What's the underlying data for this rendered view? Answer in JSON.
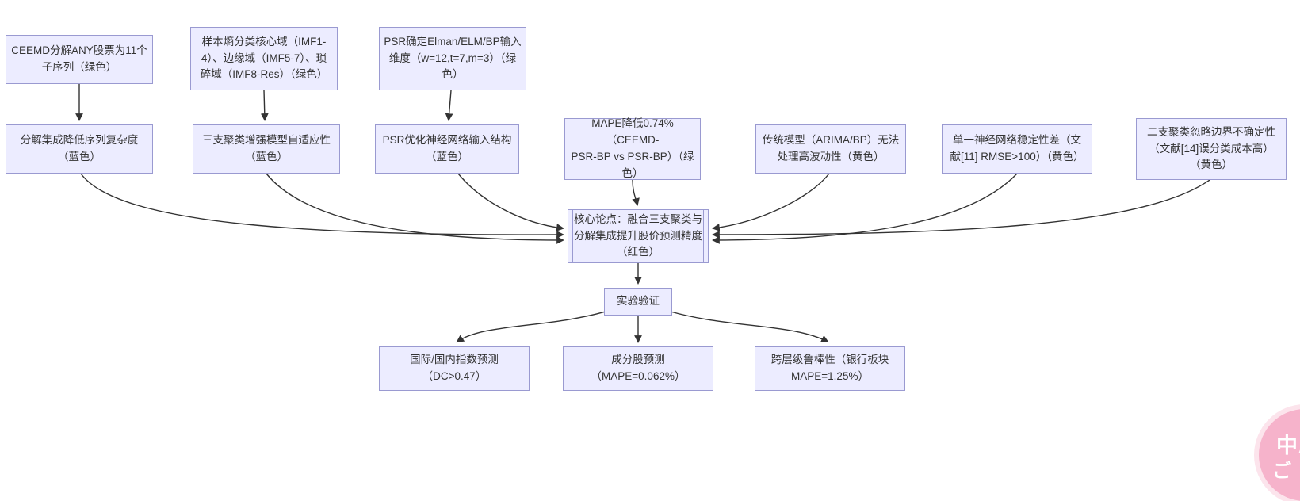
{
  "diagram": {
    "nodes": {
      "ceemd": {
        "label": "CEEMD分解ANY股票为11个\n子序列（绿色）"
      },
      "entropy": {
        "label": "样本熵分类核心域（IMF1-\n4）、边缘域（IMF5-7）、琐\n碎域（IMF8-Res）（绿色）"
      },
      "psr_input": {
        "label": "PSR确定Elman/ELM/BP输入\n维度（w=12,t=7,m=3）（绿\n色）"
      },
      "decomp_complexity": {
        "label": "分解集成降低序列复杂度\n（蓝色）"
      },
      "three_way_adaptive": {
        "label": "三支聚类增强模型自适应性\n（蓝色）"
      },
      "psr_structure": {
        "label": "PSR优化神经网络输入结构\n（蓝色）"
      },
      "mape_gain": {
        "label": "MAPE降低0.74%（CEEMD-\nPSR-BP vs PSR-BP）（绿\n色）"
      },
      "traditional_limit": {
        "label": "传统模型（ARIMA/BP）无法\n处理高波动性（黄色）"
      },
      "single_nn_unstable": {
        "label": "单一神经网络稳定性差（文\n献[11] RMSE>100）（黄色）"
      },
      "two_way_limit": {
        "label": "二支聚类忽略边界不确定性\n（文献[14]误分类成本高）\n（黄色）"
      },
      "core_thesis": {
        "label": "核心论点：融合三支聚类与\n分解集成提升股价预测精度\n（红色）"
      },
      "experiment": {
        "label": "实验验证"
      },
      "index_pred": {
        "label": "国际/国内指数预测\n（DC>0.47）"
      },
      "component_pred": {
        "label": "成分股预测\n（MAPE=0.062%）"
      },
      "robustness": {
        "label": "跨层级鲁棒性（银行板块\nMAPE=1.25%）"
      }
    },
    "colors": {
      "node_fill": "#ECECFF",
      "node_border": "#9a9ad1",
      "edge": "#333333",
      "text": "#333333",
      "badge_pink": "#f6b3cb"
    }
  },
  "badge": {
    "line1": "中A",
    "line2": "ご"
  }
}
